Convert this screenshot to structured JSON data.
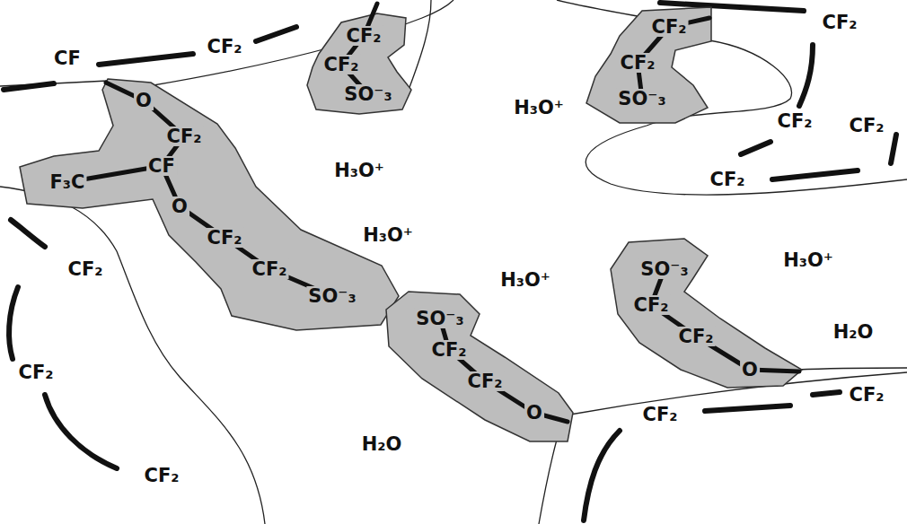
{
  "diagram": {
    "nodes": [
      {
        "text": [
          "CF₂",
          "CF₂",
          "SO⁻₃"
        ]
      },
      {
        "text": [
          "CF₂",
          "CF₂",
          "SO⁻₃"
        ]
      },
      {
        "text": [
          "O",
          "CF₂",
          "CF",
          "F₃C",
          "O",
          "CF₂",
          "CF₂",
          "SO⁻₃"
        ]
      },
      {
        "text": [
          "SO⁻₃",
          "CF₂",
          "CF₂",
          "O"
        ]
      },
      {
        "text": [
          "SO⁻₃",
          "CF₂",
          "CF₂",
          "O"
        ]
      }
    ],
    "labels": [
      "CF",
      "CF₂",
      "CF₂",
      "H₃O⁺",
      "H₃O⁺",
      "CF₂",
      "CF₂",
      "CF₂",
      "H₃O⁺",
      "H₃O⁺",
      "H₃O⁺",
      "CF₂",
      "H₂O",
      "CF₂",
      "CF₂",
      "CF₂",
      "H₂O",
      "CF₂"
    ]
  }
}
